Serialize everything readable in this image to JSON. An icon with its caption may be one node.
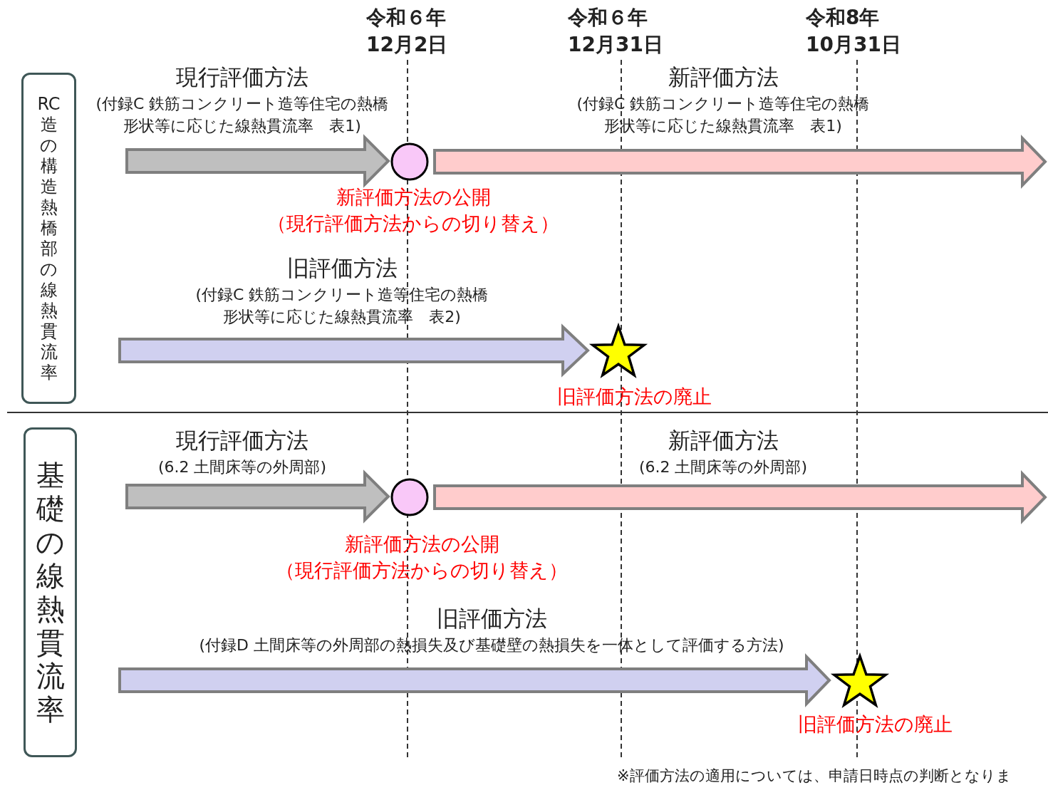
{
  "diagram": {
    "nodes": [
      {
        "text": [
          "RC造の構造熱橋部の線熱貫流率"
        ]
      },
      {
        "text": [],
        "shape": "circle",
        "beside": [
          "新評価方法の公開",
          "（現行評価方法からの切り替え）"
        ]
      },
      {
        "text": [],
        "shape": "star",
        "beside": [
          "旧評価方法の廃止"
        ]
      },
      {
        "text": [
          "基礎の線熱貫流率"
        ]
      },
      {
        "text": [],
        "shape": "circle",
        "beside": [
          "新評価方法の公開",
          "（現行評価方法からの切り替え）"
        ]
      },
      {
        "text": [],
        "shape": "star",
        "beside": [
          "旧評価方法の廃止"
        ]
      }
    ],
    "edges": [
      {
        "from": null,
        "to": 1,
        "arrow": "to",
        "label": "現行評価方法",
        "style": "thick",
        "color": "#bfbfbf"
      },
      {
        "from": 1,
        "to": null,
        "arrow": "to",
        "label": "新評価方法",
        "style": "thick",
        "color": "#ffcccc"
      },
      {
        "from": null,
        "to": 2,
        "arrow": "to",
        "label": "旧評価方法",
        "style": "thick",
        "color": "#d0d0f0"
      },
      {
        "from": null,
        "to": 4,
        "arrow": "to",
        "label": "現行評価方法",
        "style": "thick",
        "color": "#bfbfbf"
      },
      {
        "from": 4,
        "to": null,
        "arrow": "to",
        "label": "新評価方法",
        "style": "thick",
        "color": "#ffcccc"
      },
      {
        "from": null,
        "to": 5,
        "arrow": "to",
        "label": "旧評価方法",
        "style": "thick",
        "color": "#d0d0f0"
      }
    ],
    "labels": [
      "令和６年12月2日",
      "令和６年12月31日",
      "令和8年10月31日",
      "(付録C 鉄筋コンクリート造等住宅の熱橋形状等に応じた線熱貫流率　表1)",
      "(付録C 鉄筋コンクリート造等住宅の熱橋形状等に応じた線熱貫流率　表1)",
      "(付録C 鉄筋コンクリート造等住宅の熱橋形状等に応じた線熱貫流率　表2)",
      "(6.2 土間床等の外周部)",
      "(6.2 土間床等の外周部)",
      "(付録D 土間床等の外周部の熱損失及び基礎壁の熱損失を一体として評価する方法)",
      "※評価方法の適用については、申請日時点の判断となりま"
    ]
  }
}
